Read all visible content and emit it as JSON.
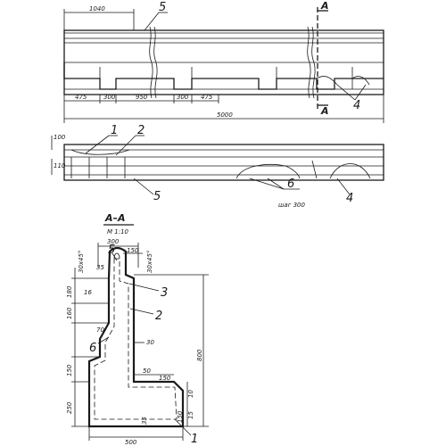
{
  "elevation": {
    "dims": {
      "top_offset": "1040",
      "total": "5000",
      "seg_a": "475",
      "seg_b": "300",
      "seg_c": "950",
      "seg_d": "300",
      "seg_e": "475"
    },
    "callouts": {
      "c5": "5",
      "c4": "4"
    },
    "section_marks": {
      "top": "A",
      "bottom": "A"
    }
  },
  "plan": {
    "dims": {
      "d100": "100",
      "d110": "110"
    },
    "callouts": {
      "c1": "1",
      "c2": "2",
      "c5": "5",
      "c6": "6",
      "c4": "4"
    },
    "spacing_note": "шаг 300"
  },
  "section": {
    "title": "A–A",
    "scale": "М 1:10",
    "dims": {
      "w300": "300",
      "w150a": "150",
      "ang_left": "30x45°",
      "ang_right": "30x45°",
      "d35": "35",
      "d180": "180",
      "d16": "16",
      "d160": "160",
      "d70": "70",
      "d30": "30",
      "h800": "800",
      "d150_left": "150",
      "d250": "250",
      "d50": "50",
      "d150_right": "150",
      "d10": "10",
      "d15": "15",
      "d150_low": "150",
      "d35_low": "35",
      "w500": "500"
    },
    "callouts": {
      "c5": "5",
      "c3": "3",
      "c2": "2",
      "c6": "6",
      "c1": "1"
    }
  }
}
